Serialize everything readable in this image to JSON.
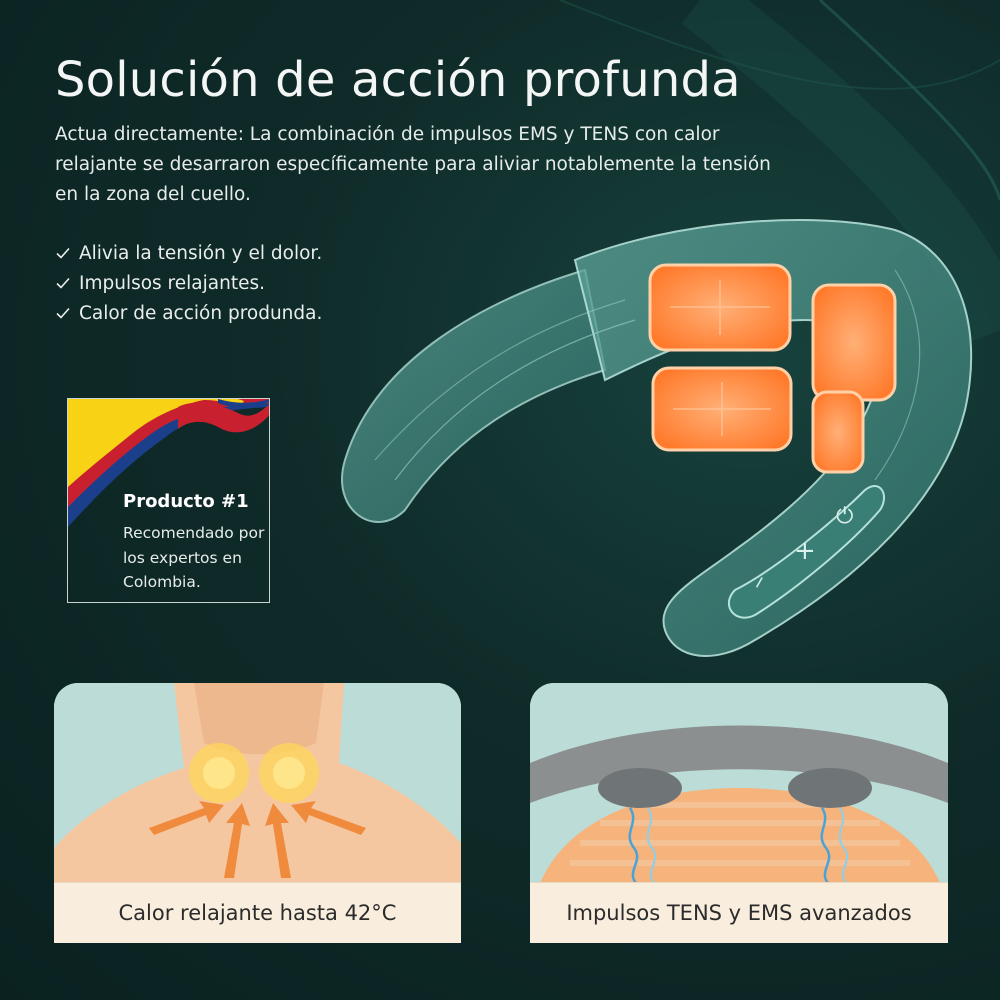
{
  "title": "Solución de acción profunda",
  "intro": "Actua directamente: La combinación de impulsos EMS y TENS con calor relajante se desarraron específicamente para aliviar notablemente la tensión en la zona del cuello.",
  "benefits": [
    "Alivia la tensión y el dolor.",
    "Impulsos relajantes.",
    "Calor de acción produnda."
  ],
  "badge": {
    "title": "Producto #1",
    "text": "Recomendado por los expertos en Colombia."
  },
  "cards": [
    {
      "caption": "Calor relajante hasta 42°C"
    },
    {
      "caption": "Impulsos TENS y EMS avanzados"
    }
  ],
  "device": {
    "controls": [
      "−",
      "+",
      "⏻"
    ]
  },
  "colors": {
    "background": "#0f2b29",
    "pad_orange": "#ff8a3d",
    "device_teal": "#3f8f86",
    "caption_bg": "#f9eedd"
  },
  "icons": [
    "check-icon",
    "colombia-flag-icon",
    "minus-icon",
    "plus-icon",
    "power-icon"
  ]
}
